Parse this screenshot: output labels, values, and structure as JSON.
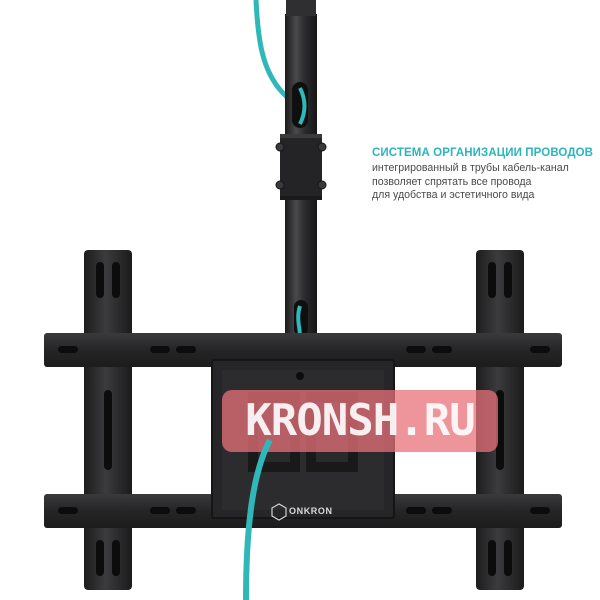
{
  "caption": {
    "title": "СИСТЕМА ОРГАНИЗАЦИИ ПРОВОДОВ",
    "lines": [
      "интегрированный в трубы кабель-канал",
      "позволяет спрятать все провода",
      "для удобства и эстетичного вида"
    ]
  },
  "brand": {
    "logo_text": "ONKRON"
  },
  "watermark": {
    "text": "KRONSH.RU"
  },
  "colors": {
    "accent": "#2bb5bd",
    "cable": "#2fb7b9",
    "mount": "#2a2a2c",
    "watermark": "#e8707a"
  }
}
